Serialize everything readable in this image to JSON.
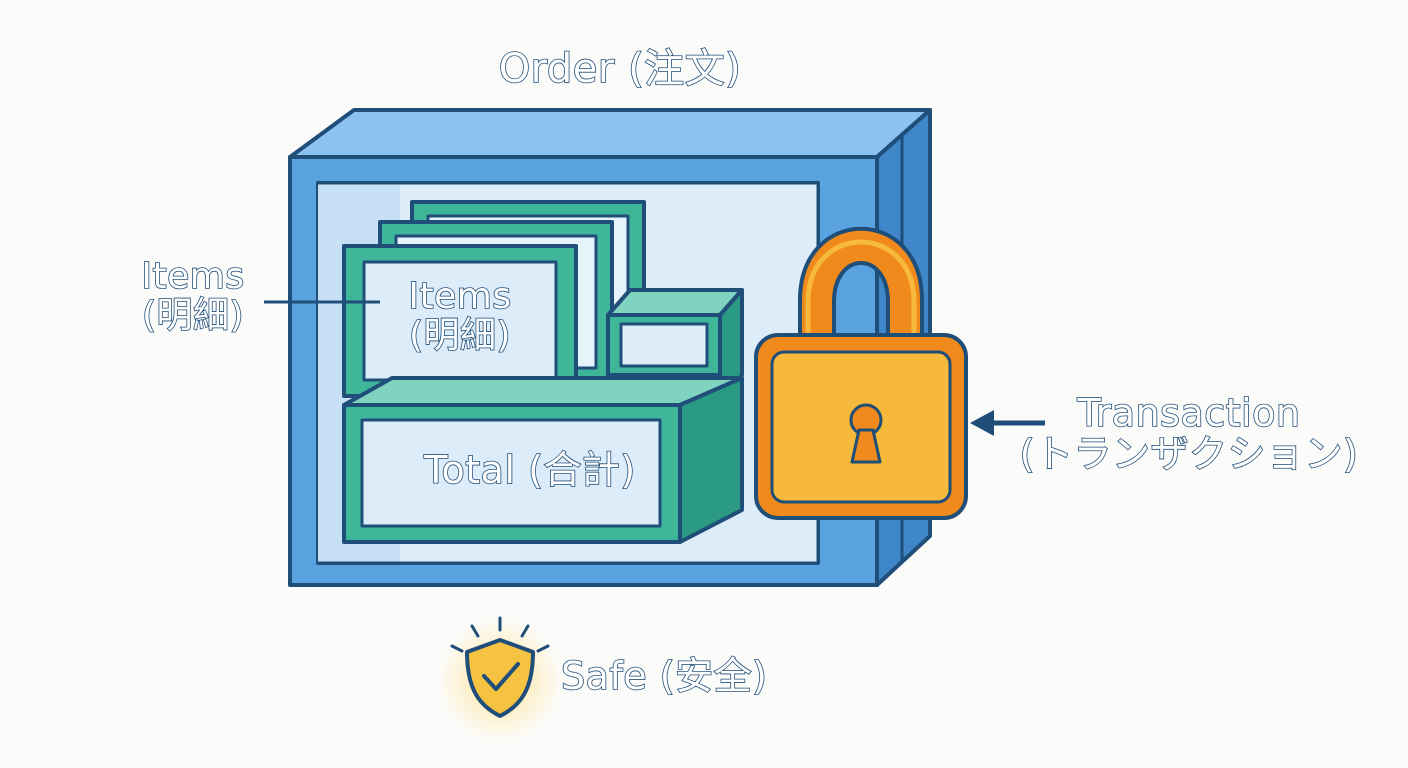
{
  "title": "Order (注文)",
  "items_callout": {
    "line1": "Items",
    "line2": "(明細)"
  },
  "items_card": {
    "line1": "Items",
    "line2": "(明細)"
  },
  "total_label": "Total (合計)",
  "transaction_label": {
    "line1": "Transaction",
    "line2": "(トランザクション)"
  },
  "safe_label": "Safe (安全)",
  "colors": {
    "order_box": "#5aa2e0",
    "order_box_dark": "#3f87c8",
    "inner_panel": "#dcecf9",
    "items_green": "#3fb59a",
    "items_green_dark": "#2a9a82",
    "lock_orange": "#f08a1c",
    "lock_body": "#f6b93b",
    "outline": "#1f4e79",
    "shield": "#f5c242"
  },
  "icons": [
    "padlock-icon",
    "shield-check-icon",
    "arrow-left-icon"
  ]
}
